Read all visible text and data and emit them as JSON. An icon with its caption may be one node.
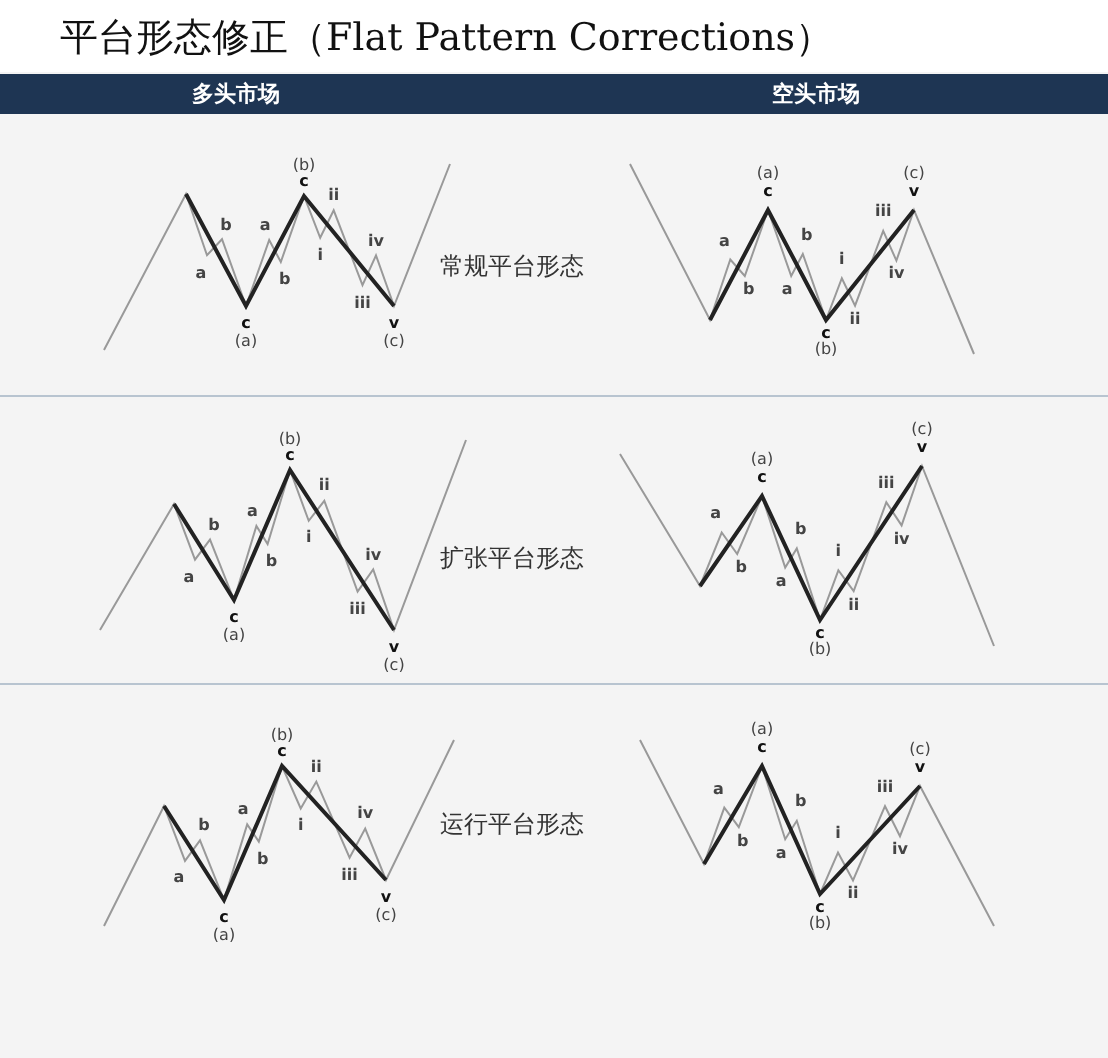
{
  "diagram": {
    "title": "平台形态修正（Flat Pattern Corrections）",
    "labels": [
      "多头市场",
      "空头市场",
      "a",
      "b",
      "c",
      "(a)",
      "a",
      "b",
      "c",
      "(b)",
      "i",
      "ii",
      "iii",
      "iv",
      "v",
      "(c)",
      "常规平台形态",
      "a",
      "b",
      "c",
      "(a)",
      "a",
      "b",
      "c",
      "(b)",
      "i",
      "ii",
      "iii",
      "iv",
      "v",
      "(c)",
      "a",
      "b",
      "c",
      "(a)",
      "a",
      "b",
      "c",
      "(b)",
      "i",
      "ii",
      "iii",
      "iv",
      "v",
      "(c)",
      "扩张平台形态",
      "a",
      "b",
      "c",
      "(a)",
      "a",
      "b",
      "c",
      "(b)",
      "i",
      "ii",
      "iii",
      "iv",
      "v",
      "(c)",
      "a",
      "b",
      "c",
      "(a)",
      "a",
      "b",
      "c",
      "(b)",
      "i",
      "ii",
      "iii",
      "iv",
      "v",
      "(c)",
      "运行平台形态",
      "a",
      "b",
      "c",
      "(a)",
      "a",
      "b",
      "c",
      "(b)",
      "i",
      "ii",
      "iii",
      "iv",
      "v",
      "(c)"
    ]
  }
}
